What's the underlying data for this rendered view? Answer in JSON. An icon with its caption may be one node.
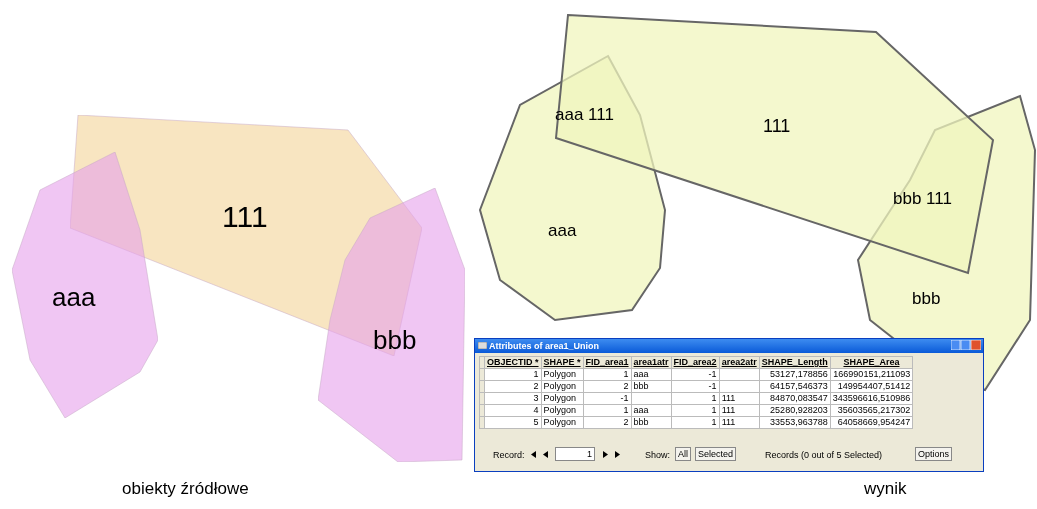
{
  "diagram": {
    "nodes": [
      {
        "text": [
          "111"
        ]
      },
      {
        "text": [
          "aaa"
        ]
      },
      {
        "text": [
          "bbb"
        ]
      }
    ],
    "edges": [],
    "labels": [
      "aaa 111",
      "111",
      "aaa",
      "bbb 111",
      "bbb",
      "Attributes of area1_Union",
      "OBJECTID *",
      "SHAPE *",
      "FID_area1",
      "area1atr",
      "FID_area2",
      "area2atr",
      "SHAPE_Length",
      "SHAPE_Area",
      "1",
      "Polygon",
      "1",
      "aaa",
      "-1",
      "53127,178856",
      "166990151,211093",
      "2",
      "Polygon",
      "2",
      "bbb",
      "-1",
      "64157,546373",
      "149954407,51412",
      "3",
      "Polygon",
      "-1",
      "1",
      "111",
      "84870,083547",
      "343596616,510986",
      "4",
      "Polygon",
      "1",
      "aaa",
      "1",
      "111",
      "25280,928203",
      "35603565,217302",
      "5",
      "Polygon",
      "2",
      "bbb",
      "1",
      "111",
      "33553,963788",
      "64058669,954247",
      "Record:",
      "1",
      "Show:",
      "All",
      "Selected",
      "Records (0 out of 5 Selected)",
      "Options",
      "obiekty źródłowe",
      "wynik"
    ]
  }
}
